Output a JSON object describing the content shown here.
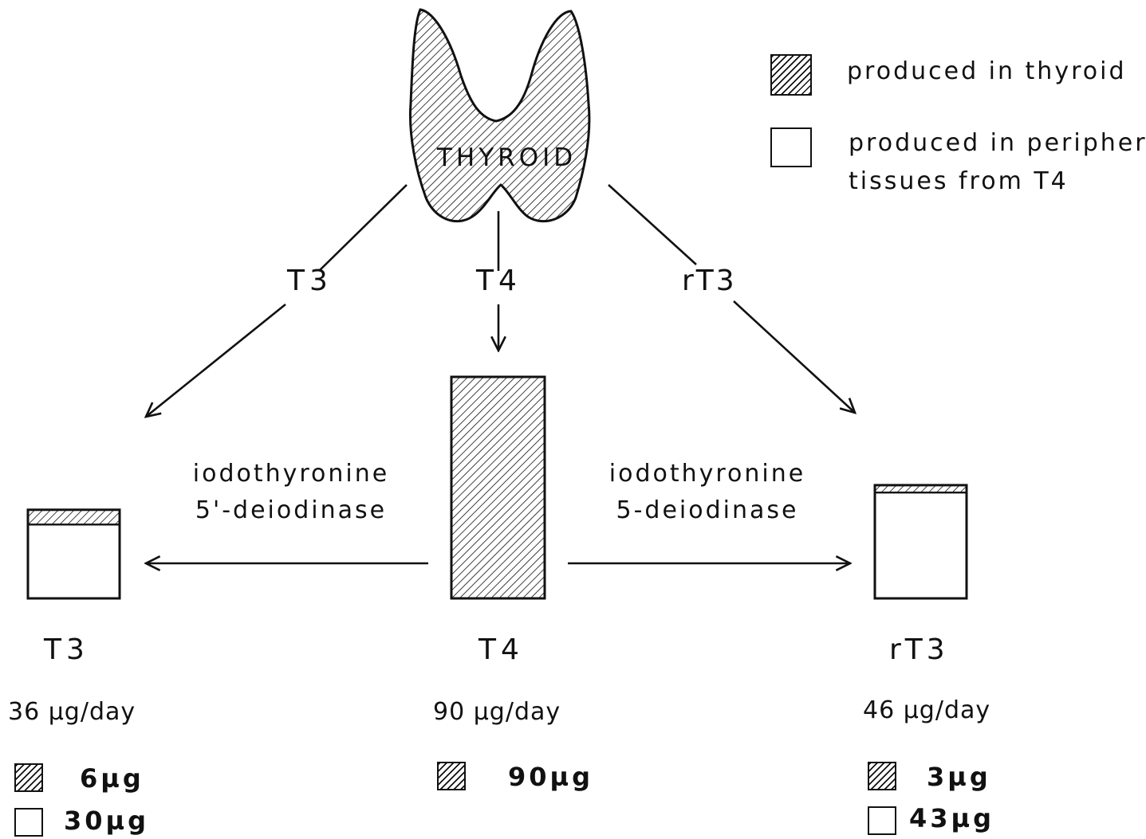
{
  "gland_label": "THYROID",
  "legend": {
    "thyroid": "produced in thyroid",
    "peripheral_line1": "produced in peripheral",
    "peripheral_line2": "tissues from T4"
  },
  "arrows": {
    "left": "T3",
    "center": "T4",
    "right": "rT3"
  },
  "enzymes": {
    "left_line1": "iodothyronine",
    "left_line2": "5'-deiodinase",
    "right_line1": "iodothyronine",
    "right_line2": "5-deiodinase"
  },
  "hormones": [
    {
      "name": "T3",
      "total": "36 µg/day",
      "thyroid_amount": "6µg",
      "peripheral_amount": "30µg",
      "total_value": 36,
      "thyroid_value": 6,
      "peripheral_value": 30
    },
    {
      "name": "T4",
      "total": "90 µg/day",
      "thyroid_amount": "90µg",
      "total_value": 90,
      "thyroid_value": 90,
      "peripheral_value": 0
    },
    {
      "name": "rT3",
      "total": "46 µg/day",
      "thyroid_amount": "3µg",
      "peripheral_amount": "43µg",
      "total_value": 46,
      "thyroid_value": 3,
      "peripheral_value": 43
    }
  ],
  "colors": {
    "ink": "#111111",
    "background": "#ffffff"
  }
}
